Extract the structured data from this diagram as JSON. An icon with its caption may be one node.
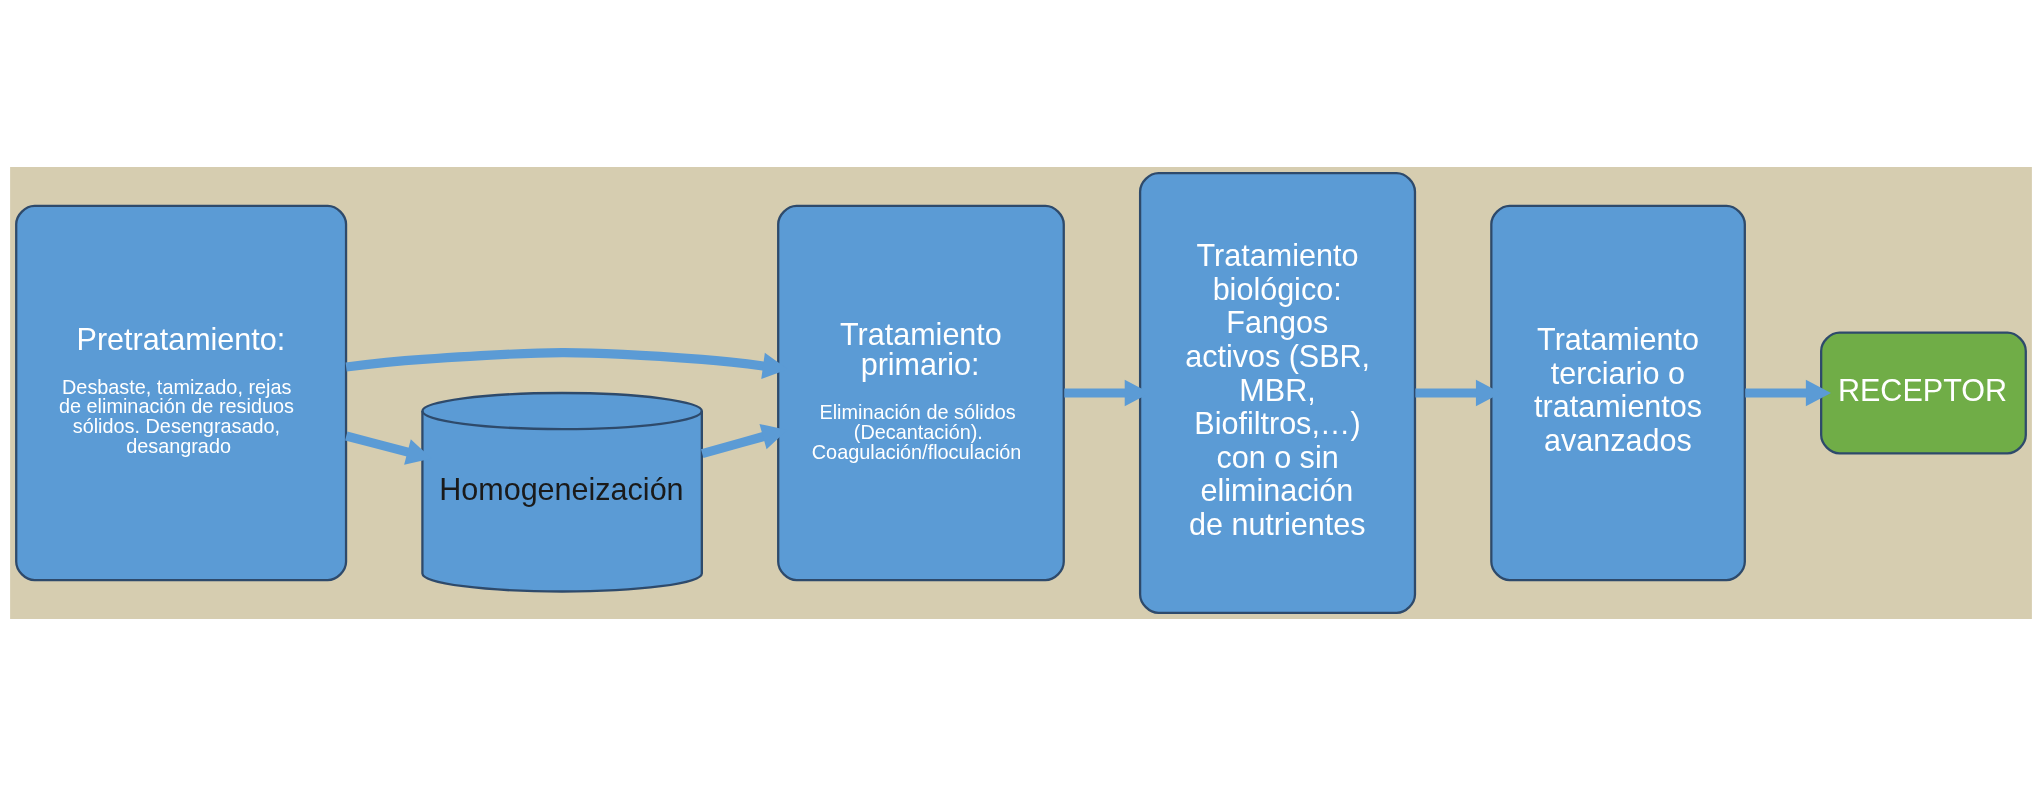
{
  "diagram": {
    "nodes": [
      {
        "text": [
          "Pretratamiento:",
          "Desbaste, tamizado, rejas de eliminación de residuos sólidos. Desengrasado, desangrado"
        ]
      },
      {
        "text": [
          "Tratamiento primario:",
          "Eliminación de sólidos (Decantación). Coagulación/floculación"
        ]
      },
      {
        "text": [
          "Tratamiento biológico: Fangos activos (SBR, MBR, Biofiltros,…) con o sin eliminación de nutrientes"
        ]
      },
      {
        "text": [
          "Tratamiento terciario o tratamientos avanzados"
        ]
      },
      {
        "text": [
          "RECEPTOR"
        ]
      },
      {
        "text": [
          "Homogeneización"
        ]
      }
    ],
    "edges": [
      {
        "from": 0,
        "to": 1,
        "arrow": "to"
      },
      {
        "from": 1,
        "to": 2,
        "arrow": "to"
      },
      {
        "from": 2,
        "to": 3,
        "arrow": "to"
      },
      {
        "from": 3,
        "to": 4,
        "arrow": "to"
      },
      {
        "from": 0,
        "to": 5,
        "arrow": "to"
      },
      {
        "from": 5,
        "to": 1,
        "arrow": "to"
      }
    ]
  }
}
